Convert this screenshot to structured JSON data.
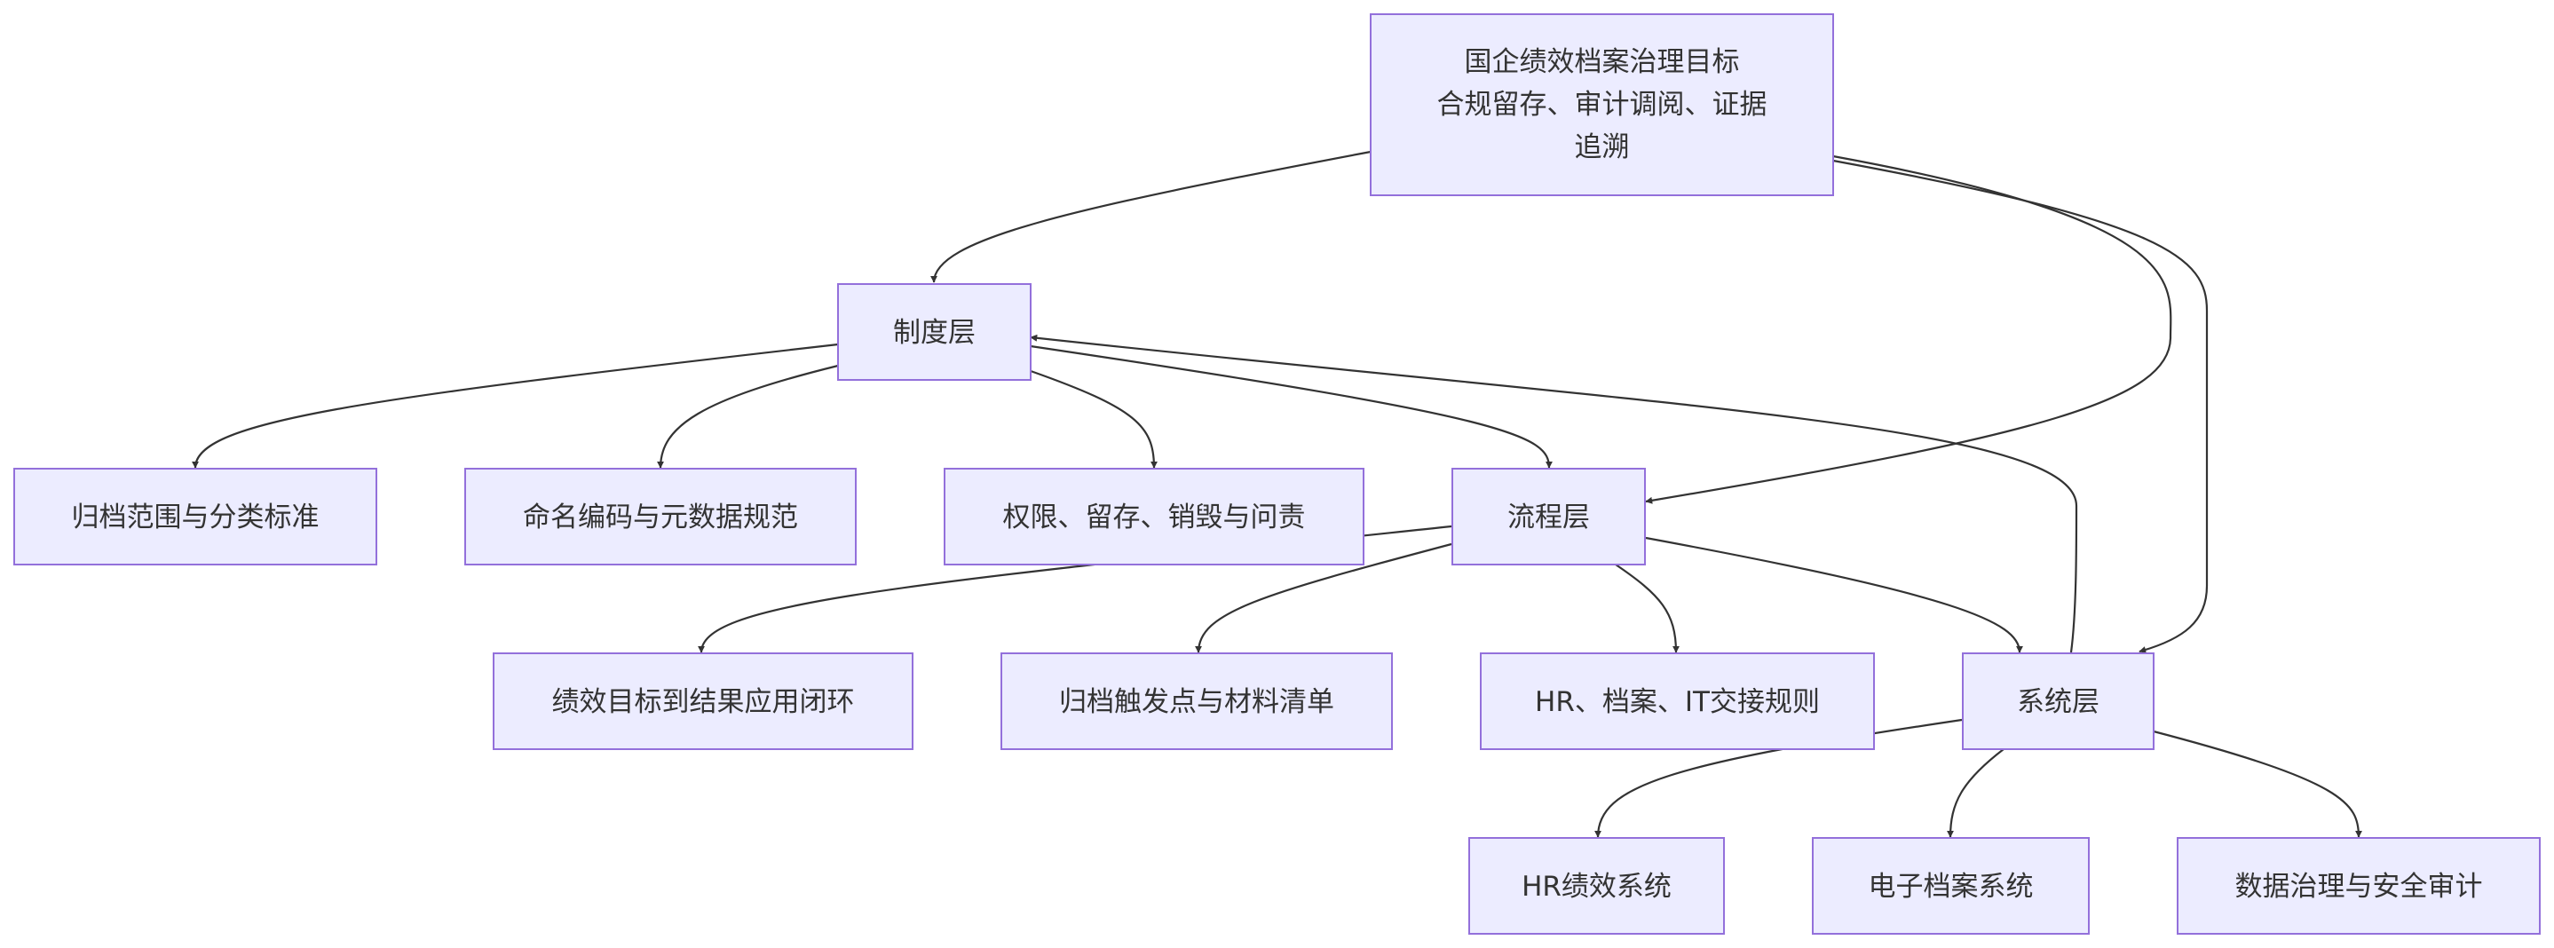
{
  "nodes": {
    "goal": {
      "lines": [
        "国企绩效档案治理目标",
        "合规留存、审计调阅、证据",
        "追溯"
      ]
    },
    "system_layer_policy": {
      "lines": [
        "制度层"
      ]
    },
    "scope": {
      "lines": [
        "归档范围与分类标准"
      ]
    },
    "naming": {
      "lines": [
        "命名编码与元数据规范"
      ]
    },
    "rights": {
      "lines": [
        "权限、留存、销毁与问责"
      ]
    },
    "process_layer": {
      "lines": [
        "流程层"
      ]
    },
    "closed_loop": {
      "lines": [
        "绩效目标到结果应用闭环"
      ]
    },
    "trigger": {
      "lines": [
        "归档触发点与材料清单"
      ]
    },
    "handover": {
      "lines": [
        "HR、档案、IT交接规则"
      ]
    },
    "system_layer": {
      "lines": [
        "系统层"
      ]
    },
    "hr_system": {
      "lines": [
        "HR绩效系统"
      ]
    },
    "e_archive": {
      "lines": [
        "电子档案系统"
      ]
    },
    "data_gov": {
      "lines": [
        "数据治理与安全审计"
      ]
    }
  },
  "colors": {
    "node_fill": "#ECECFF",
    "node_stroke": "#9370DB",
    "edge": "#333333",
    "text": "#333333"
  }
}
